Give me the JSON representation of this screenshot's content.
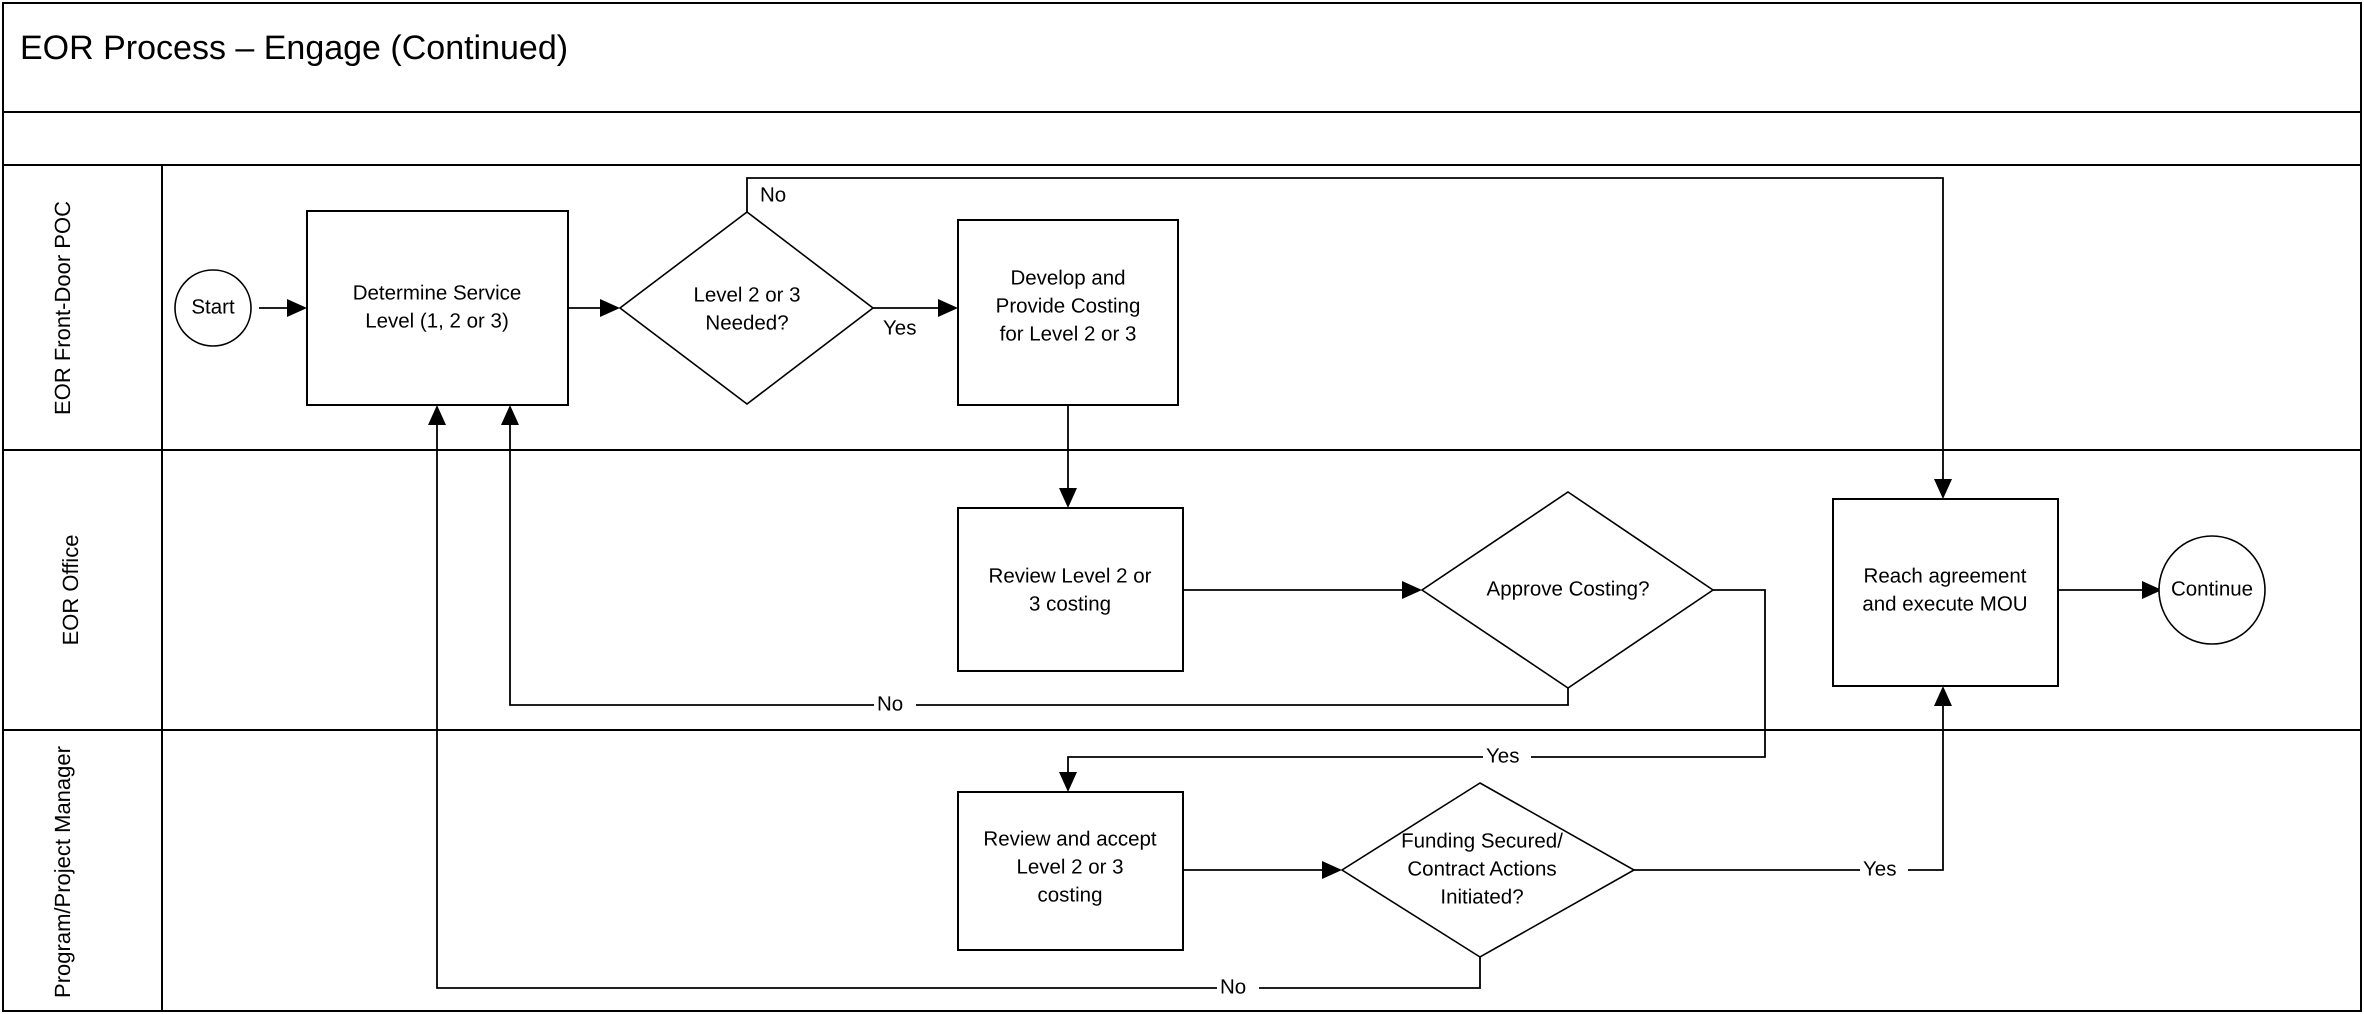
{
  "page": {
    "title": "EOR Process – Engage (Continued)",
    "background_color": "#ffffff",
    "line_color": "#000000"
  },
  "lanes": [
    {
      "id": "lane-front-door-poc",
      "label": "EOR Front-Door POC"
    },
    {
      "id": "lane-eor-office",
      "label": "EOR Office"
    },
    {
      "id": "lane-program-project-manager",
      "label": "Program/Project Manager"
    }
  ],
  "nodes": {
    "start": {
      "label": "Start",
      "shape": "terminator-circle",
      "lane": "lane-front-door-poc"
    },
    "determine_service_level": {
      "label_line1": "Determine Service",
      "label_line2": "Level (1, 2 or 3)",
      "shape": "process",
      "lane": "lane-front-door-poc"
    },
    "level_needed_decision": {
      "label_line1": "Level 2 or 3",
      "label_line2": "Needed?",
      "shape": "decision",
      "lane": "lane-front-door-poc"
    },
    "develop_costing": {
      "label_line1": "Develop and",
      "label_line2": "Provide Costing",
      "label_line3": "for Level 2 or 3",
      "shape": "process",
      "lane": "lane-front-door-poc"
    },
    "review_costing": {
      "label_line1": "Review Level 2 or",
      "label_line2": "3 costing",
      "shape": "process",
      "lane": "lane-eor-office"
    },
    "approve_costing_decision": {
      "label_line1": "Approve Costing?",
      "shape": "decision",
      "lane": "lane-eor-office"
    },
    "reach_agreement": {
      "label_line1": "Reach agreement",
      "label_line2": "and execute MOU",
      "shape": "process",
      "lane": "lane-eor-office"
    },
    "continue": {
      "label": "Continue",
      "shape": "terminator-circle",
      "lane": "lane-eor-office"
    },
    "review_accept_costing": {
      "label_line1": "Review and accept",
      "label_line2": "Level 2 or 3",
      "label_line3": "costing",
      "shape": "process",
      "lane": "lane-program-project-manager"
    },
    "funding_secured_decision": {
      "label_line1": "Funding Secured/",
      "label_line2": "Contract Actions",
      "label_line3": "Initiated?",
      "shape": "decision",
      "lane": "lane-program-project-manager"
    }
  },
  "edge_labels": {
    "level_needed_no": "No",
    "level_needed_yes": "Yes",
    "approve_costing_no": "No",
    "approve_costing_yes": "Yes",
    "funding_secured_no": "No",
    "funding_secured_yes": "Yes"
  }
}
